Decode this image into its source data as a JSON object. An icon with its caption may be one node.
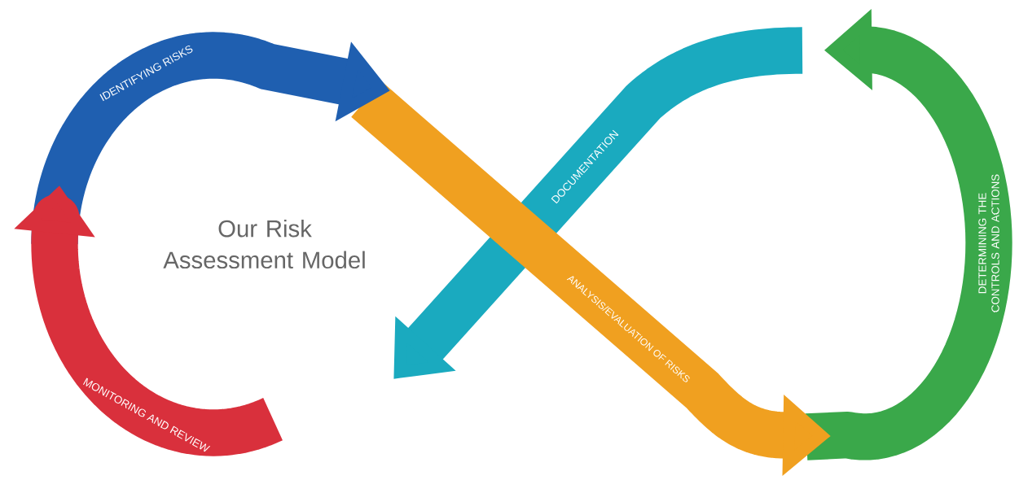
{
  "diagram": {
    "title": "Our Risk Assessment Model",
    "nodes": [
      {
        "text": [
          "IDENTIFYING RISKS"
        ]
      },
      {
        "text": [
          "ANALYSIS/EVALUATION OF RISKS"
        ]
      },
      {
        "text": [
          "DETERMINING THE CONTROLS AND ACTIONS"
        ]
      },
      {
        "text": [
          "DOCUMENTATION"
        ]
      },
      {
        "text": [
          "MONITORING AND REVIEW"
        ]
      }
    ]
  }
}
